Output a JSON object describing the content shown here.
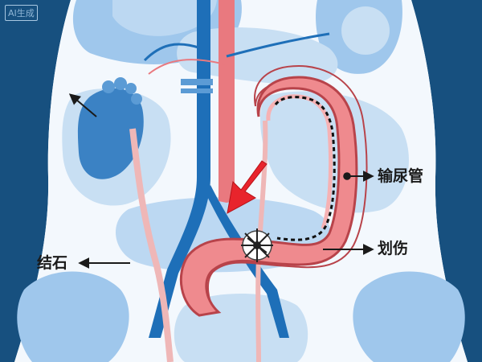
{
  "watermark": "AI生成",
  "labels": {
    "ureter": "输尿管",
    "scratch": "划伤",
    "stone": "结石"
  },
  "icons": {
    "arrow": "red-arrow-icon",
    "stone": "stone-icon"
  },
  "colors": {
    "background": "#ffffff",
    "body_dark": "#17507f",
    "organ_light": "#c8dff3",
    "organ_mid": "#9fc7ec",
    "kidney": "#3b82c4",
    "vein": "#1e6fb8",
    "artery": "#e9797f",
    "ureter_fill": "#ef8a8e",
    "ureter_outline": "#b8434a",
    "arrow_red": "#e8242c",
    "text": "#1a1a1a"
  }
}
